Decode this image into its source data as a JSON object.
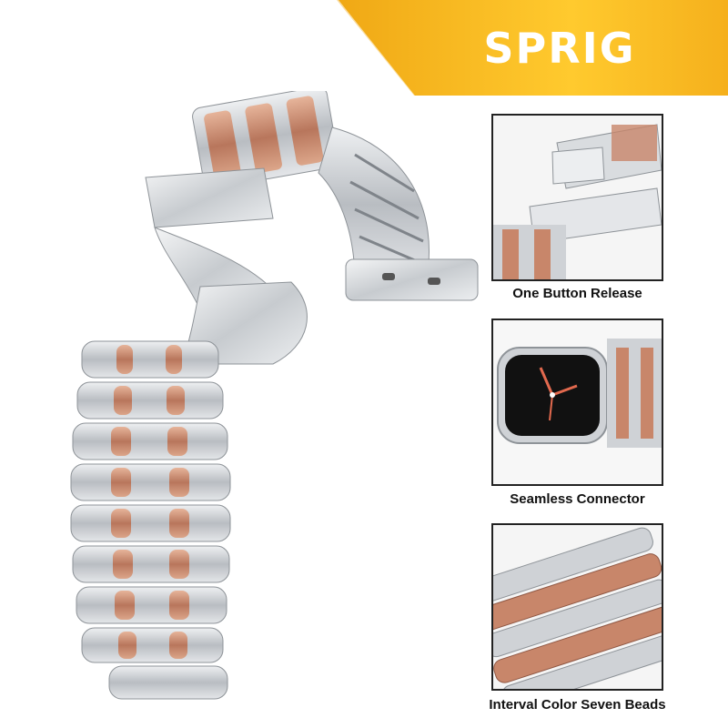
{
  "brand": {
    "logo_text": "SPRIG",
    "banner_color": "#f7b51e",
    "banner_color_light": "#ffd54a"
  },
  "colors": {
    "silver": "#cfd2d6",
    "silver_dark": "#8e9398",
    "rose_gold": "#c8866a",
    "rose_gold_dark": "#8f5743"
  },
  "features": [
    {
      "caption": "One Button Release",
      "icon": "clasp-closeup"
    },
    {
      "caption": "Seamless Connector",
      "icon": "watch-connector"
    },
    {
      "caption": "Interval Color Seven Beads",
      "icon": "link-closeup"
    }
  ]
}
